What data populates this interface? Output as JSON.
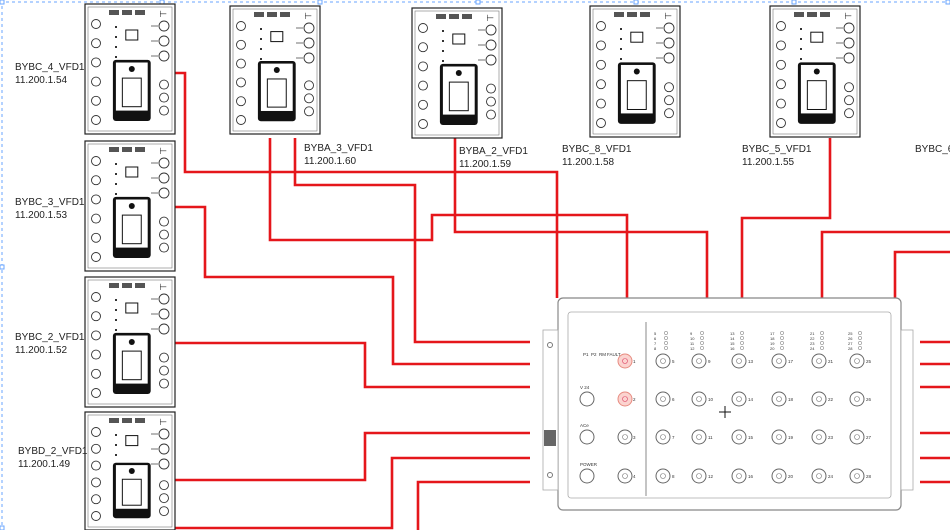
{
  "drives": [
    {
      "name": "BYBC_4_VFD1",
      "ip": "11.200.1.54"
    },
    {
      "name": "BYBC_3_VFD1",
      "ip": "11.200.1.53"
    },
    {
      "name": "BYBC_2_VFD1",
      "ip": "11.200.1.52"
    },
    {
      "name": "BYBD_2_VFD1",
      "ip": "11.200.1.49"
    },
    {
      "name": "BYBA_3_VFD1",
      "ip": "11.200.1.60"
    },
    {
      "name": "BYBA_2_VFD1",
      "ip": "11.200.1.59"
    },
    {
      "name": "BYBC_8_VFD1",
      "ip": "11.200.1.58"
    },
    {
      "name": "BYBC_5_VFD1",
      "ip": "11.200.1.55"
    },
    {
      "name": "BYBC_6_",
      "ip": ""
    }
  ],
  "switch": {
    "status_labels": [
      "P1",
      "P2",
      "RM",
      "FAULT"
    ],
    "power_labels": [
      "V 24",
      "ACe",
      "POWER"
    ],
    "port_numbers_col1": [
      "1",
      "2",
      "3",
      "4"
    ],
    "port_groups": [
      [
        "5",
        "6",
        "7",
        "8"
      ],
      [
        "9",
        "10",
        "11",
        "12"
      ],
      [
        "13",
        "14",
        "15",
        "16"
      ],
      [
        "17",
        "18",
        "19",
        "20"
      ],
      [
        "21",
        "22",
        "23",
        "24"
      ],
      [
        "25",
        "26",
        "27",
        "28"
      ]
    ]
  },
  "colors": {
    "link": "#e5161b",
    "outline": "#222222",
    "switch_outline": "#888888",
    "selection": "#6aa6ff"
  }
}
